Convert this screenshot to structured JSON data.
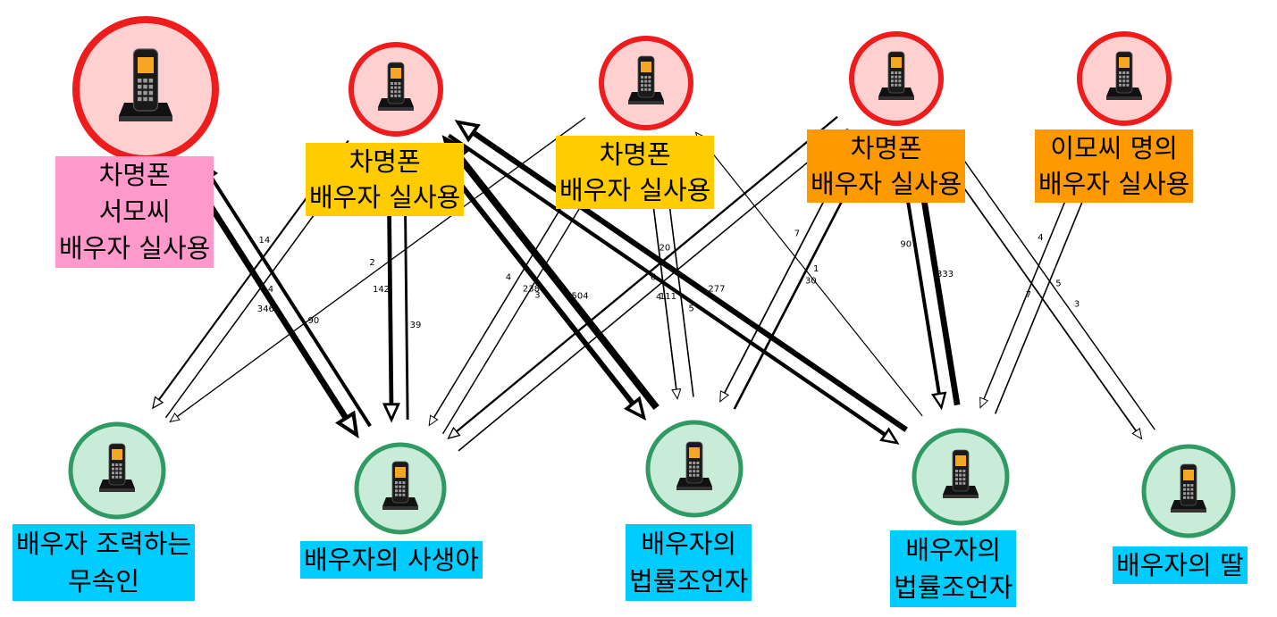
{
  "colors": {
    "red_ring": "#ee1c1c",
    "red_fill": "#ffd0d0",
    "green_ring": "#2f9a63",
    "green_fill": "#c8ecd8",
    "pink_label": "#ff99cc",
    "yellow_label": "#ffcc00",
    "orange_label": "#ff9900",
    "blue_label": "#00ccff"
  },
  "nodes": {
    "seo": {
      "icon": "phone-icon",
      "lines": [
        "차명폰",
        "서모씨",
        "배우자 실사용"
      ]
    },
    "top2": {
      "icon": "phone-icon",
      "lines": [
        "차명폰",
        "배우자 실사용"
      ]
    },
    "top3": {
      "icon": "phone-icon",
      "lines": [
        "차명폰",
        "배우자 실사용"
      ]
    },
    "top4": {
      "icon": "phone-icon",
      "lines": [
        "차명폰",
        "배우자 실사용"
      ]
    },
    "lee": {
      "icon": "phone-icon",
      "lines": [
        "이모씨 명의",
        "배우자 실사용"
      ]
    },
    "musok": {
      "icon": "phone-icon",
      "lines": [
        "배우자 조력하는",
        "무속인"
      ]
    },
    "secretary": {
      "icon": "phone-icon",
      "lines": [
        "배우자의 사생아"
      ]
    },
    "lawyer1": {
      "icon": "phone-icon",
      "lines": [
        "배우자의",
        "법률조언자"
      ]
    },
    "lawyer2": {
      "icon": "phone-icon",
      "lines": [
        "배우자의",
        "법률조언자"
      ]
    },
    "daughter": {
      "icon": "phone-icon",
      "lines": [
        "배우자의 딸"
      ]
    }
  },
  "edges": [
    {
      "from": "seo",
      "to": "secretary",
      "forward": "346",
      "backward": "90"
    },
    {
      "from": "musok",
      "to": "top2",
      "forward": "4",
      "backward": "14"
    },
    {
      "from": "top3",
      "to": "musok",
      "forward": "2"
    },
    {
      "from": "top2",
      "to": "secretary",
      "forward": "142",
      "backward": "39"
    },
    {
      "from": "secretary",
      "to": "top3",
      "forward": "3"
    },
    {
      "from": "top2",
      "to": "lawyer1",
      "forward": "238",
      "backward": "504"
    },
    {
      "from": "top3",
      "to": "secretary",
      "forward": "4"
    },
    {
      "from": "secretary",
      "to": "top4",
      "forward": "4",
      "backward": "20"
    },
    {
      "from": "top3",
      "to": "lawyer1",
      "forward": "6",
      "backward": "5"
    },
    {
      "from": "top2",
      "to": "lawyer2",
      "forward": "111",
      "backward": "277"
    },
    {
      "from": "lawyer1",
      "to": "top4",
      "forward": "30",
      "backward": "7"
    },
    {
      "from": "lawyer2",
      "to": "top3",
      "forward": "1"
    },
    {
      "from": "lawyer2",
      "to": "top4",
      "forward": "333",
      "backward": "90"
    },
    {
      "from": "lawyer2",
      "to": "lee",
      "forward": "5",
      "backward": "4"
    },
    {
      "from": "top4",
      "to": "daughter",
      "forward": "7",
      "backward": "3"
    }
  ]
}
